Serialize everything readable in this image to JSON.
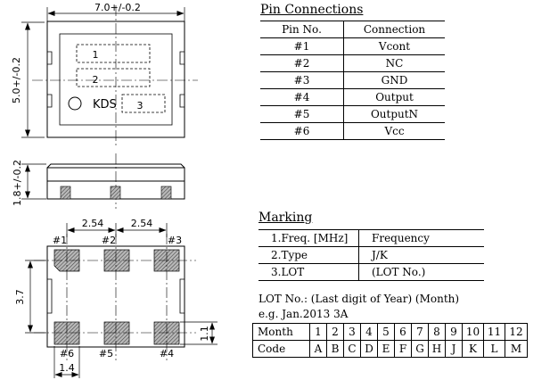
{
  "drawing": {
    "top_view": {
      "width_dim": "7.0+/-0.2",
      "height_dim": "5.0+/-0.2",
      "marking_lines": [
        "1",
        "2",
        "3"
      ],
      "logo_text": "KDS"
    },
    "side_view": {
      "height_dim": "1.8+/-0.2"
    },
    "bottom_view": {
      "pitch_dims": [
        "2.54",
        "2.54"
      ],
      "pad_span_dim": "3.7",
      "pad_height_dim": "1.1",
      "pad_width_dim": "1.4",
      "pin_labels_top": [
        "#1",
        "#2",
        "#3"
      ],
      "pin_labels_bottom": [
        "#6",
        "#5",
        "#4"
      ]
    }
  },
  "pin_connections": {
    "title": "Pin Connections",
    "headers": [
      "Pin No.",
      "Connection"
    ],
    "rows": [
      [
        "#1",
        "Vcont"
      ],
      [
        "#2",
        "NC"
      ],
      [
        "#3",
        "GND"
      ],
      [
        "#4",
        "Output"
      ],
      [
        "#5",
        "OutputN"
      ],
      [
        "#6",
        "Vcc"
      ]
    ]
  },
  "marking": {
    "title": "Marking",
    "rows": [
      [
        "1.Freq. [MHz]",
        "Frequency"
      ],
      [
        "2.Type",
        "J/K"
      ],
      [
        "3.LOT",
        "(LOT No.)"
      ]
    ]
  },
  "lot": {
    "line1": "LOT No.:  (Last digit of Year) (Month)",
    "line2": "e.g.   Jan.2013    3A",
    "month_label": "Month",
    "months": [
      "1",
      "2",
      "3",
      "4",
      "5",
      "6",
      "7",
      "8",
      "9",
      "10",
      "11",
      "12"
    ],
    "code_label": "Code",
    "codes": [
      "A",
      "B",
      "C",
      "D",
      "E",
      "F",
      "G",
      "H",
      "J",
      "K",
      "L",
      "M"
    ]
  }
}
